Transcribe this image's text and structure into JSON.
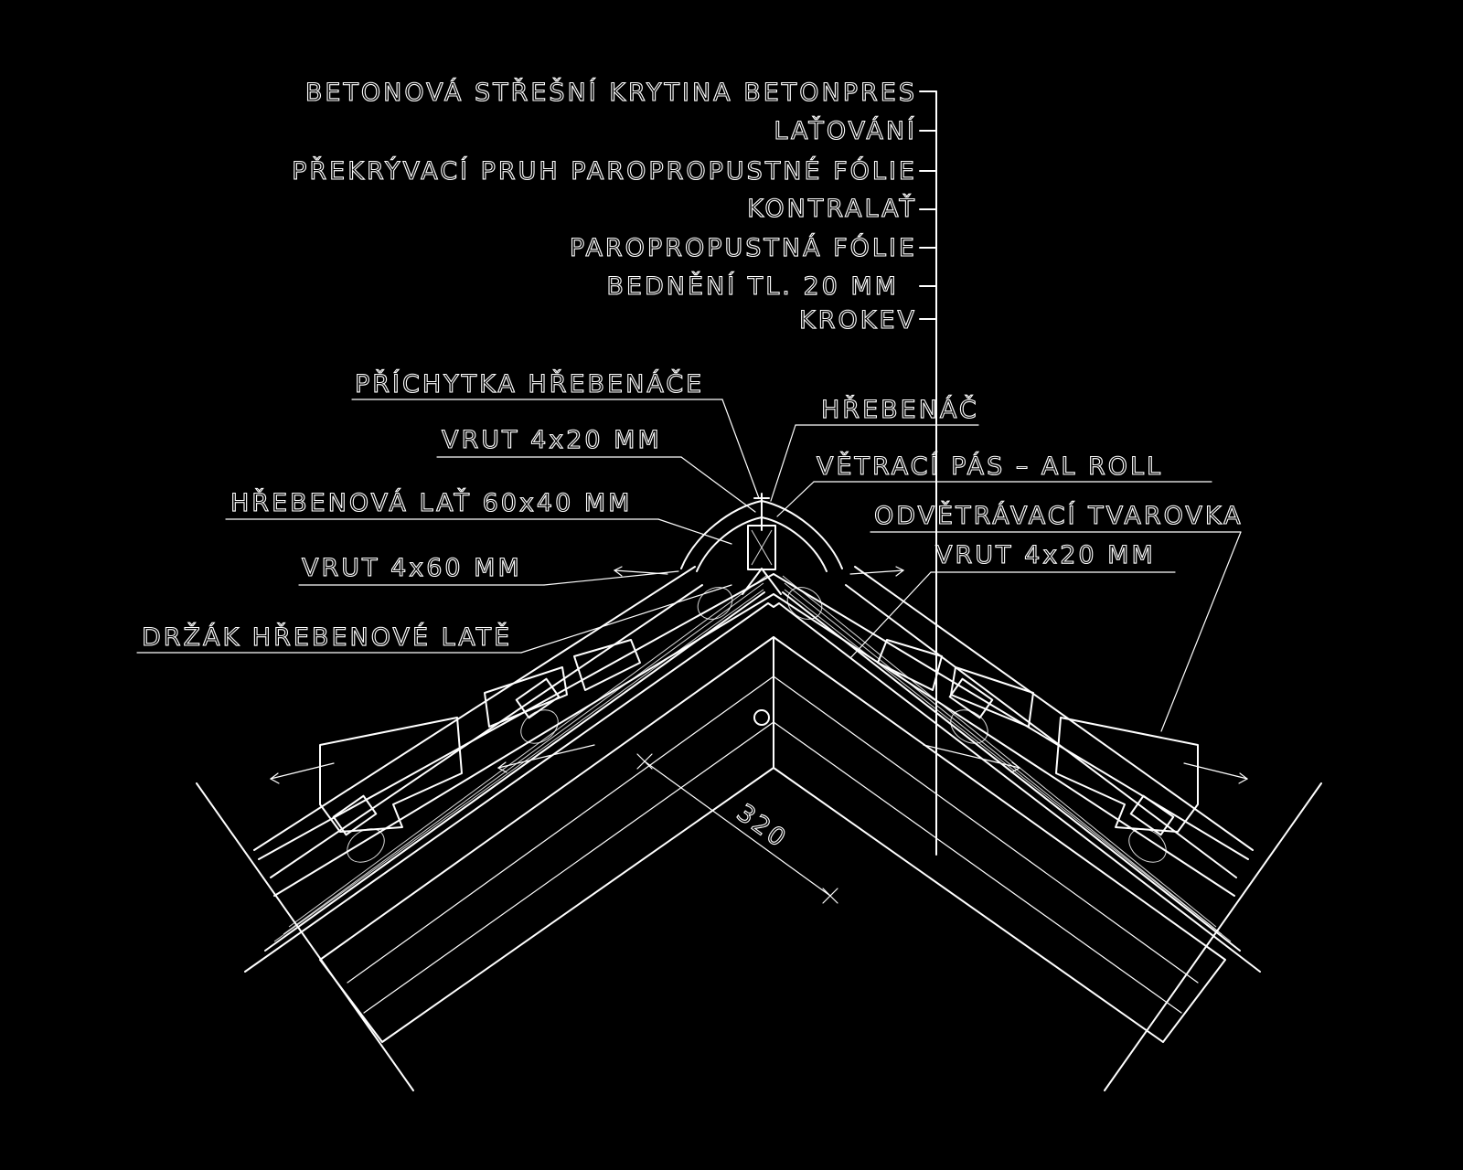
{
  "title": "",
  "labels": {
    "betonova_kryt": "BETONOVÁ STŘEŠNÍ KRYTINA BETONPRES",
    "latovani": "LAŤOVÁNÍ",
    "prekryvaci_pruh": "PŘEKRÝVACÍ PRUH PAROPROPUSTNÉ FÓLIE",
    "kontralat": "KONTRALAŤ",
    "paropropustna_folie": "PAROPROPUSTNÁ FÓLIE",
    "bedneni": "BEDNĚNÍ TL. 20 MM",
    "krokev": "KROKEV",
    "prichytka": "PŘÍCHYTKA HŘEBENÁČE",
    "hrebenac": "HŘEBENÁČ",
    "vrut_4x20_left": "VRUT 4x20 MM",
    "vetraci_pas": "VĚTRACÍ PÁS – AL ROLL",
    "hrebenova_lat": "HŘEBENOVÁ LAŤ 60x40 MM",
    "odvetravaci": "ODVĚTRÁVACÍ TVAROVKA",
    "vrut_4x60": "VRUT 4x60 MM",
    "vrut_4x20_right": "VRUT 4x20 MM",
    "drzak": "DRŽÁK HŘEBENOVÉ LATĚ"
  },
  "dimension": {
    "value": "320"
  }
}
